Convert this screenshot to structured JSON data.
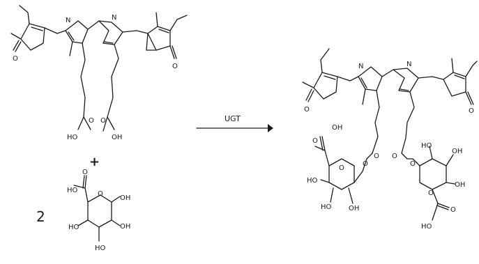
{
  "reaction": {
    "enzyme_label": "UGT",
    "plus_sign": "+",
    "glucuronic_coefficient": "2"
  },
  "atoms": {
    "N": "N",
    "O": "O",
    "HO": "HO",
    "OH": "OH"
  }
}
